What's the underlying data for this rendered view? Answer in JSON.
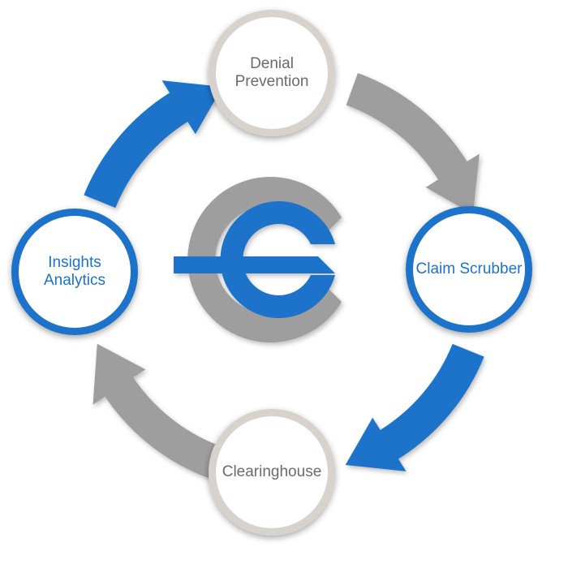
{
  "diagram": {
    "type": "cycle",
    "nodes": [
      {
        "id": "top",
        "lines": [
          "Denial",
          "Prevention"
        ],
        "text_color": "#6b6b6b",
        "ring_color": "#d8d2cc"
      },
      {
        "id": "right",
        "lines": [
          "Claim Scrubber"
        ],
        "text_color": "#1a73c9",
        "ring_color": "#1a73c9"
      },
      {
        "id": "bottom",
        "lines": [
          "Clearinghouse"
        ],
        "text_color": "#6b6b6b",
        "ring_color": "#d8d2cc"
      },
      {
        "id": "left",
        "lines": [
          "Insights",
          "Analytics"
        ],
        "text_color": "#1a73c9",
        "ring_color": "#1a73c9"
      }
    ],
    "edges": [
      {
        "from": "top",
        "to": "right",
        "color": "#9e9e9e"
      },
      {
        "from": "right",
        "to": "bottom",
        "color": "#1a73c9"
      },
      {
        "from": "bottom",
        "to": "left",
        "color": "#9e9e9e"
      },
      {
        "from": "left",
        "to": "top",
        "color": "#1a73c9"
      }
    ],
    "colors": {
      "blue": "#1a73c9",
      "gray": "#9e9e9e",
      "light_gray": "#d8d2cc"
    },
    "logo": {
      "name": "company-logo",
      "outer_color": "#9e9e9e",
      "inner_color": "#1a73c9"
    }
  }
}
